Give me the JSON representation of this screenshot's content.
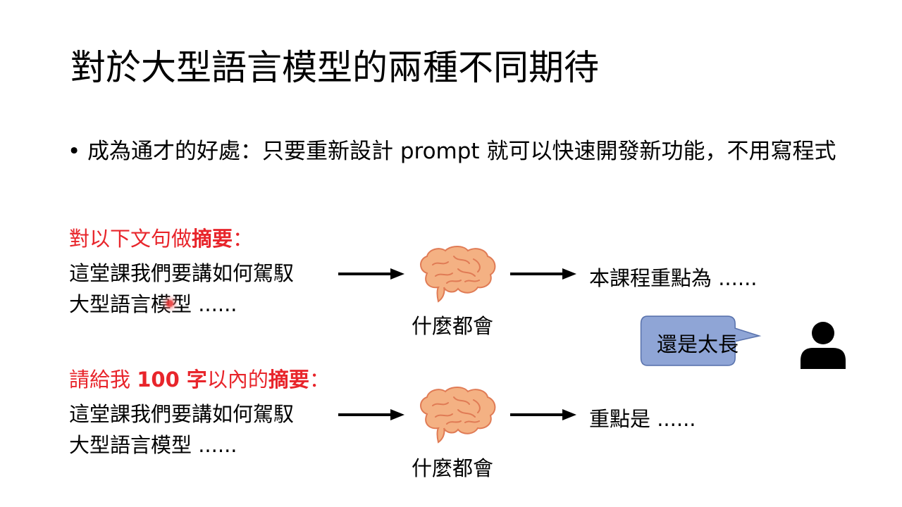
{
  "slide": {
    "title": "對於大型語言模型的兩種不同期待",
    "bullet": {
      "marker": "•",
      "text": "成為通才的好處：只要重新設計 prompt 就可以快速開發新功能，不用寫程式"
    }
  },
  "example1": {
    "label_prefix": "對以下文句做",
    "label_bold": "摘要",
    "label_suffix": "：",
    "input_line1": "這堂課我們要講如何駕馭",
    "input_line2": "大型語言模型 ......",
    "brain_caption": "什麼都會",
    "output": "本課程重點為 ......"
  },
  "feedback": {
    "bubble_text": "還是太長",
    "icon": "person-icon"
  },
  "example2": {
    "label_prefix": "請給我 ",
    "label_bold": "100 字",
    "label_middle": "以內的",
    "label_bold2": "摘要",
    "label_suffix": "：",
    "input_line1": "這堂課我們要講如何駕馭",
    "input_line2": "大型語言模型 ......",
    "brain_caption": "什麼都會",
    "output": "重點是 ......"
  },
  "colors": {
    "red_label": "#e8252b",
    "bubble_fill": "#8fa5d6",
    "bubble_stroke": "#5a73ad",
    "brain_fill": "#f4b183",
    "brain_stroke": "#e07b55"
  },
  "icons": [
    "brain-icon",
    "arrow-right-icon",
    "person-icon",
    "speech-bubble-icon"
  ]
}
